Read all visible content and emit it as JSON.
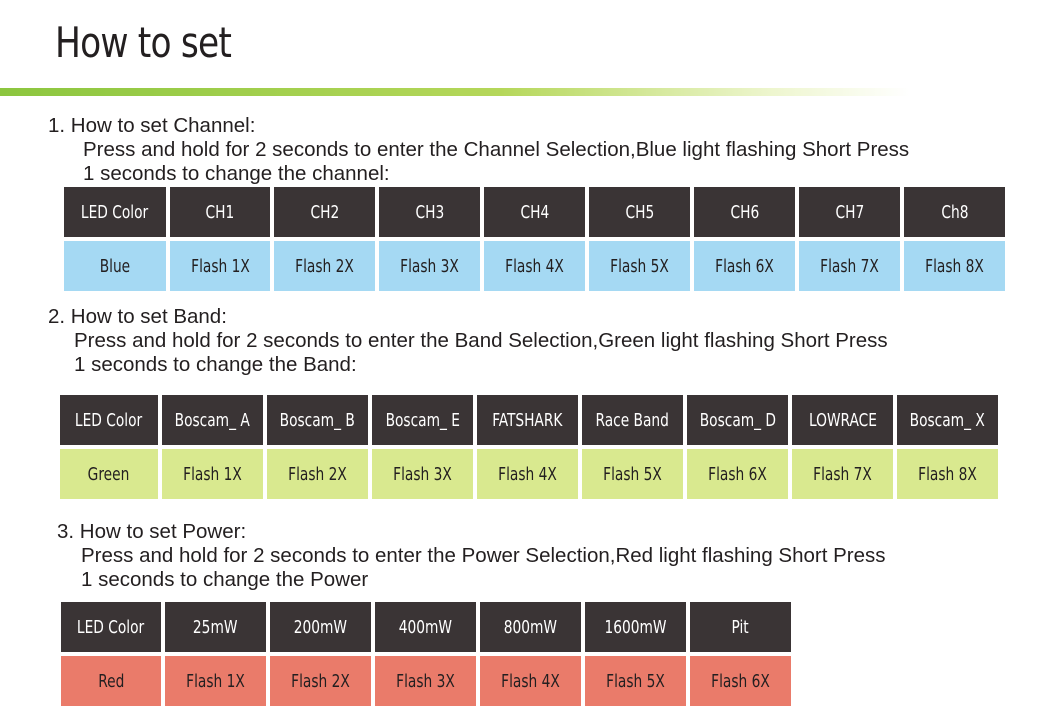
{
  "title": "How to set",
  "colors": {
    "header_bg": "#3a3435",
    "blue": "#a5d9f3",
    "green": "#d9e98f",
    "red": "#ea7b6a",
    "rule": "#8cc63f"
  },
  "channel": {
    "heading": "1. How to set Channel:",
    "line1": "Press and hold for 2 seconds to enter the Channel Selection,Blue light flashing Short Press",
    "line2": "1 seconds to change the channel:",
    "headers": [
      "LED Color",
      "CH1",
      "CH2",
      "CH3",
      "CH4",
      "CH5",
      "CH6",
      "CH7",
      "Ch8"
    ],
    "values": [
      "Blue",
      "Flash 1X",
      "Flash 2X",
      "Flash 3X",
      "Flash 4X",
      "Flash 5X",
      "Flash 6X",
      "Flash 7X",
      "Flash 8X"
    ]
  },
  "band": {
    "heading": "2. How to set Band:",
    "line1": "Press and hold for 2 seconds to enter the Band Selection,Green light flashing Short Press",
    "line2": "1 seconds to change the Band:",
    "headers": [
      "LED Color",
      "Boscam_ A",
      "Boscam_ B",
      "Boscam_ E",
      "FATSHARK",
      "Race Band",
      "Boscam_ D",
      "LOWRACE",
      "Boscam_ X"
    ],
    "values": [
      "Green",
      "Flash 1X",
      "Flash 2X",
      "Flash 3X",
      "Flash 4X",
      "Flash 5X",
      "Flash 6X",
      "Flash 7X",
      "Flash 8X"
    ]
  },
  "power": {
    "heading": "3. How to set Power:",
    "line1": "Press and hold for 2 seconds to enter the Power Selection,Red light flashing Short Press",
    "line2": "1 seconds to change the Power",
    "headers": [
      "LED Color",
      "25mW",
      "200mW",
      "400mW",
      "800mW",
      "1600mW",
      "Pit"
    ],
    "values": [
      "Red",
      "Flash 1X",
      "Flash 2X",
      "Flash 3X",
      "Flash 4X",
      "Flash 5X",
      "Flash 6X"
    ]
  }
}
